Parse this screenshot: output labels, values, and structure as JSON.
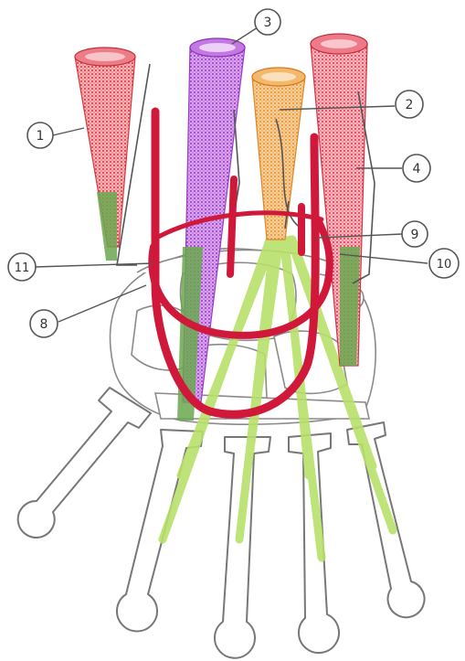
{
  "labels": {
    "l1": "1",
    "l2": "2",
    "l3": "3",
    "l4": "4",
    "l8": "8",
    "l9": "9",
    "l10": "10",
    "l11": "11"
  },
  "colors": {
    "red_muscle": "#e8545c",
    "purple_muscle": "#b45ad6",
    "orange_muscle": "#f0a04a",
    "pink_muscle": "#ea5a6a",
    "tendon_green": "#6aa84f",
    "light_green": "#b8e06a",
    "crimson_strap": "#d0183a",
    "bone_outline": "#777777"
  }
}
